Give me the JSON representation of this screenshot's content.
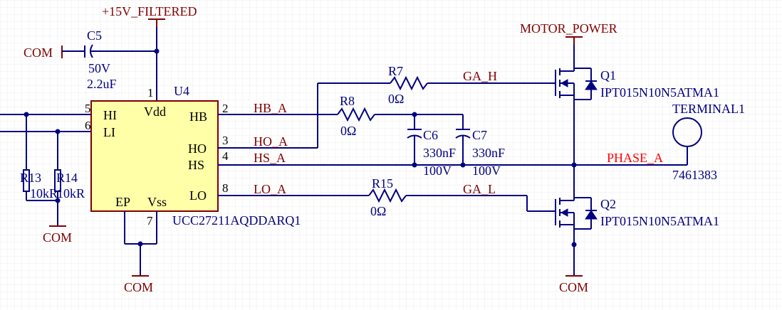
{
  "power": {
    "vcc_label": "+15V_FILTERED",
    "motor_label": "MOTOR_POWER",
    "com_label": "COM"
  },
  "nets": {
    "hb": "HB_A",
    "ho": "HO_A",
    "hs": "HS_A",
    "lo": "LO_A",
    "ga_h": "GA_H",
    "ga_l": "GA_L",
    "phase": "PHASE_A"
  },
  "ic": {
    "designator": "U4",
    "part": "UCC27211AQDDARQ1",
    "pins": {
      "hi": "HI",
      "li": "LI",
      "vdd": "Vdd",
      "hb": "HB",
      "ho": "HO",
      "hs": "HS",
      "lo": "LO",
      "ep": "EP",
      "vss": "Vss"
    },
    "pin_numbers": {
      "p1": "1",
      "p2": "2",
      "p3": "3",
      "p4": "4",
      "p5": "5",
      "p6": "6",
      "p7": "7",
      "p8": "8"
    }
  },
  "components": {
    "c5": {
      "ref": "C5",
      "voltage": "50V",
      "value": "2.2uF"
    },
    "c6": {
      "ref": "C6",
      "value": "330nF",
      "voltage": "100V"
    },
    "c7": {
      "ref": "C7",
      "value": "330nF",
      "voltage": "100V"
    },
    "r7": {
      "ref": "R7",
      "value": "0Ω"
    },
    "r8": {
      "ref": "R8",
      "value": "0Ω"
    },
    "r15": {
      "ref": "R15",
      "value": "0Ω"
    },
    "r13": {
      "ref": "R13",
      "value": "10kR"
    },
    "r14": {
      "ref": "R14",
      "value": "10kR"
    },
    "q1": {
      "ref": "Q1",
      "part": "IPT015N10N5ATMA1"
    },
    "q2": {
      "ref": "Q2",
      "part": "IPT015N10N5ATMA1"
    },
    "terminal": {
      "ref": "TERMINAL1",
      "part": "7461383"
    }
  }
}
